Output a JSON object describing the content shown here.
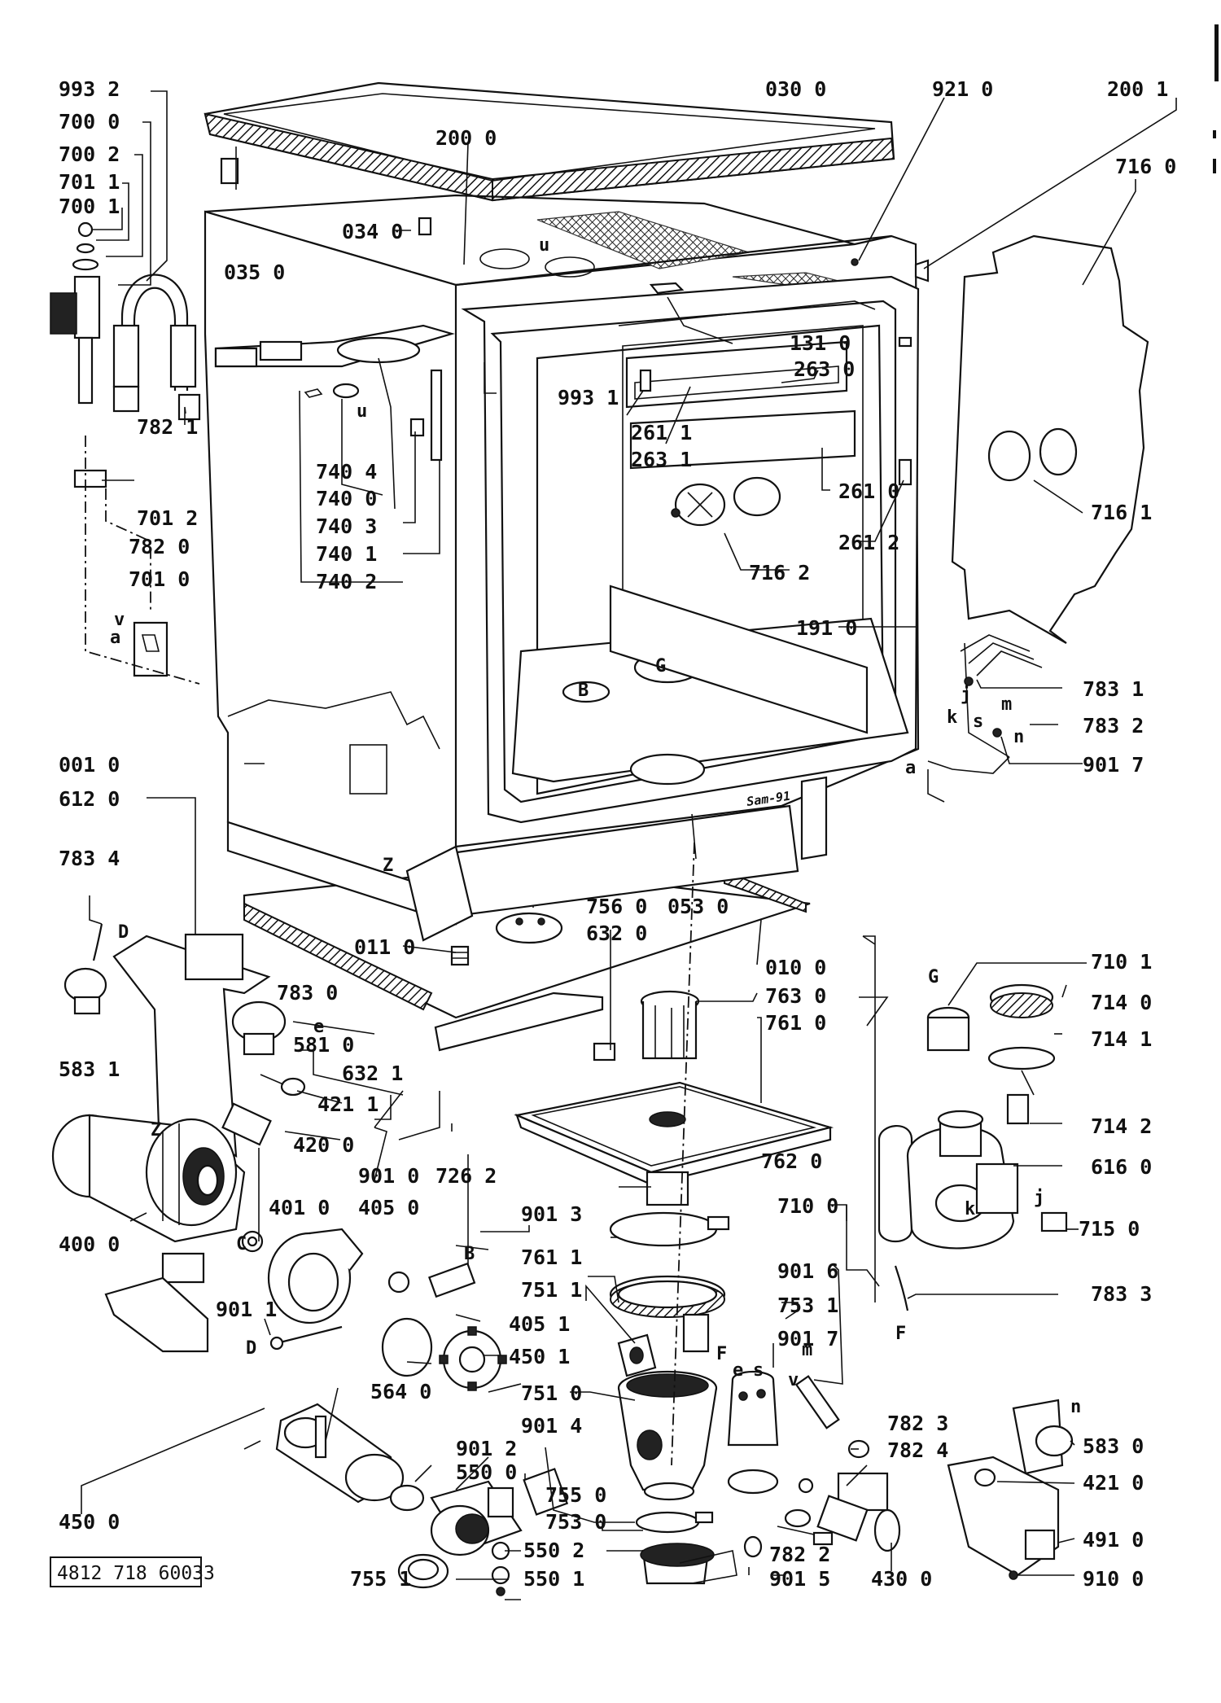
{
  "labels": {
    "l_993_2": "993 2",
    "l_700_0": "700 0",
    "l_700_2": "700 2",
    "l_701_1": "701 1",
    "l_700_1": "700 1",
    "l_030_0": "030 0",
    "l_921_0": "921 0",
    "l_200_1": "200 1",
    "l_200_0": "200 0",
    "l_716_0": "716 0",
    "l_034_0": "034 0",
    "l_035_0": "035 0",
    "l_131_0": "131 0",
    "l_263_0": "263 0",
    "l_993_1": "993 1",
    "l_782_1": "782 1",
    "l_261_1": "261 1",
    "l_263_1": "263 1",
    "l_740_4": "740 4",
    "l_740_0": "740 0",
    "l_740_3": "740 3",
    "l_740_1": "740 1",
    "l_740_2": "740 2",
    "l_701_2": "701 2",
    "l_782_0": "782 0",
    "l_701_0": "701 0",
    "l_261_0": "261 0",
    "l_261_2": "261 2",
    "l_716_1": "716 1",
    "l_716_2": "716 2",
    "l_191_0": "191 0",
    "l_783_1": "783 1",
    "l_783_2": "783 2",
    "l_901_7a": "901 7",
    "l_001_0": "001 0",
    "l_612_0": "612 0",
    "l_783_4": "783 4",
    "l_756_0": "756 0",
    "l_053_0": "053 0",
    "l_632_0": "632 0",
    "l_011_0": "011 0",
    "l_010_0": "010 0",
    "l_783_0": "783 0",
    "l_763_0": "763 0",
    "l_761_0": "761 0",
    "l_710_1": "710 1",
    "l_714_0": "714 0",
    "l_714_1": "714 1",
    "l_583_1": "583 1",
    "l_581_0": "581 0",
    "l_632_1": "632 1",
    "l_421_1": "421 1",
    "l_420_0": "420 0",
    "l_714_2": "714 2",
    "l_616_0": "616 0",
    "l_762_0": "762 0",
    "l_901_0": "901 0",
    "l_726_2": "726 2",
    "l_405_0": "405 0",
    "l_401_0": "401 0",
    "l_901_3": "901 3",
    "l_710_0": "710 0",
    "l_715_0": "715 0",
    "l_400_0": "400 0",
    "l_761_1": "761 1",
    "l_783_3": "783 3",
    "l_901_6": "901 6",
    "l_751_1": "751 1",
    "l_753_1": "753 1",
    "l_901_1": "901 1",
    "l_405_1": "405 1",
    "l_901_7b": "901 7",
    "l_450_1": "450 1",
    "l_751_0": "751 0",
    "l_564_0": "564 0",
    "l_782_3": "782 3",
    "l_901_4": "901 4",
    "l_782_4": "782 4",
    "l_901_2": "901 2",
    "l_583_0": "583 0",
    "l_550_0": "550 0",
    "l_421_0": "421 0",
    "l_755_0": "755 0",
    "l_450_0": "450 0",
    "l_753_0": "753 0",
    "l_491_0": "491 0",
    "l_782_2": "782 2",
    "l_550_2": "550 2",
    "l_755_1": "755 1",
    "l_901_5": "901 5",
    "l_430_0": "430 0",
    "l_550_1": "550 1",
    "l_910_0": "910 0"
  },
  "letters": {
    "u1": "u",
    "u2": "u",
    "v1": "v",
    "v2": "v",
    "a1": "a",
    "a2": "a",
    "B1": "B",
    "B2": "B",
    "G1": "G",
    "G2": "G",
    "j1": "j",
    "j2": "j",
    "k1": "k",
    "k2": "k",
    "s1": "s",
    "s2": "s",
    "m1": "m",
    "m2": "m",
    "n1": "n",
    "n2": "n",
    "e1": "e",
    "e2": "e",
    "D1": "D",
    "D2": "D",
    "Z1": "Z",
    "Z2": "Z",
    "C1": "C",
    "F1": "F",
    "F2": "F"
  },
  "document_code": "4812 718 60033",
  "stamp_text": "Sam-91"
}
